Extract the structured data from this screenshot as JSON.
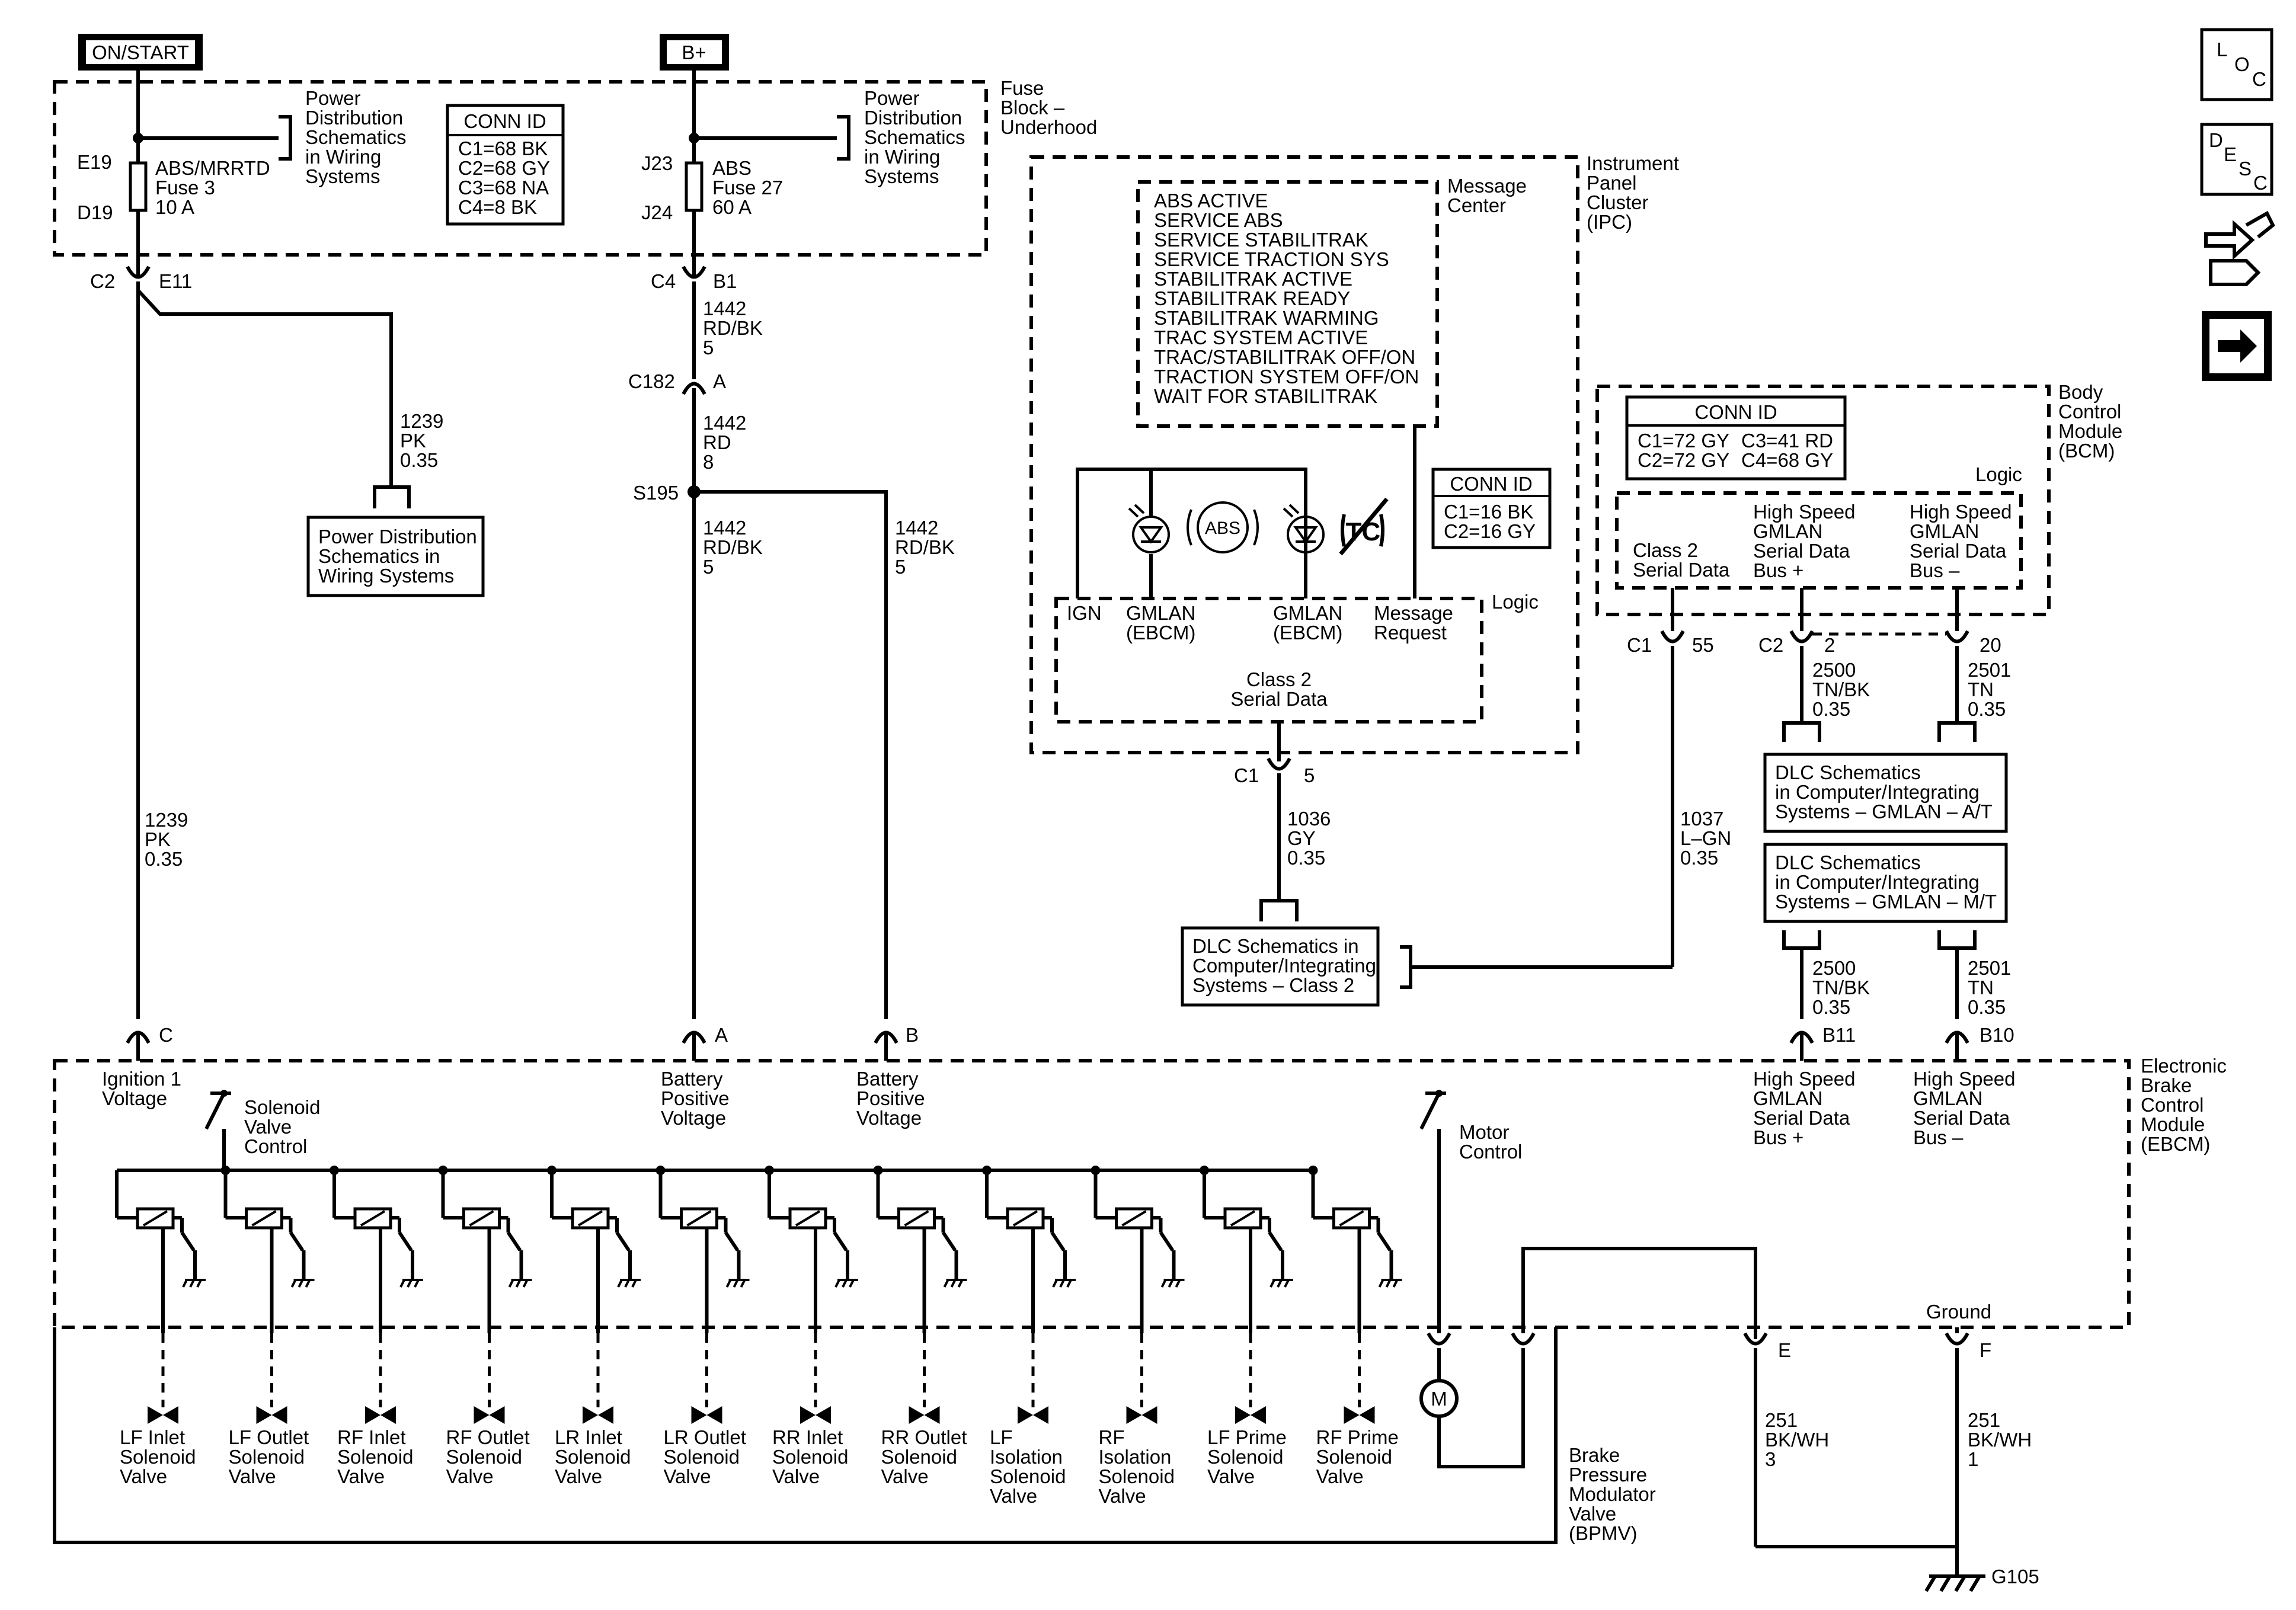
{
  "power_sources": {
    "on_start": "ON/START",
    "b_plus": "B+"
  },
  "fuse_block": {
    "name": [
      "Fuse",
      "Block –",
      "Underhood"
    ],
    "power_dist_note": [
      "Power",
      "Distribution",
      "Schematics",
      "in Wiring",
      "Systems"
    ],
    "conn_id": {
      "title": "CONN ID",
      "rows": [
        "C1=68 BK",
        "C2=68 GY",
        "C3=68 NA",
        "C4=8 BK"
      ]
    },
    "fuse1": {
      "top_pin": "E19",
      "bottom_pin": "D19",
      "lines": [
        "ABS/MRRTD",
        "Fuse 3",
        "10 A"
      ]
    },
    "fuse2": {
      "top_pin": "J23",
      "bottom_pin": "J24",
      "lines": [
        "ABS",
        "Fuse 27",
        "60 A"
      ]
    }
  },
  "connectors": {
    "c2": "C2",
    "e11": "E11",
    "c4": "C4",
    "b1": "B1",
    "c182": "C182",
    "a": "A",
    "s195": "S195",
    "c1_ipc": "C1",
    "ipc_pin5": "5",
    "c1_bcm": "C1",
    "bcm_pin55": "55",
    "c2_bcm": "C2",
    "bcm_pin2": "2",
    "bcm_pin20": "20",
    "ebcm_c": "C",
    "ebcm_a": "A",
    "ebcm_b": "B",
    "ebcm_b11": "B11",
    "ebcm_b10": "B10",
    "ebcm_e": "E",
    "ebcm_f": "F",
    "g105": "G105"
  },
  "wires": {
    "w1239_branch": [
      "1239",
      "PK",
      "0.35"
    ],
    "w1239_main": [
      "1239",
      "PK",
      "0.35"
    ],
    "w1442_a": [
      "1442",
      "RD/BK",
      "5"
    ],
    "w1442_b": [
      "1442",
      "RD",
      "8"
    ],
    "w1442_c": [
      "1442",
      "RD/BK",
      "5"
    ],
    "w1442_d": [
      "1442",
      "RD/BK",
      "5"
    ],
    "w1036": [
      "1036",
      "GY",
      "0.35"
    ],
    "w1037": [
      "1037",
      "L–GN",
      "0.35"
    ],
    "w2500_top": [
      "2500",
      "TN/BK",
      "0.35"
    ],
    "w2501_top": [
      "2501",
      "TN",
      "0.35"
    ],
    "w2500_bot": [
      "2500",
      "TN/BK",
      "0.35"
    ],
    "w2501_bot": [
      "2501",
      "TN",
      "0.35"
    ],
    "w251_e": [
      "251",
      "BK/WH",
      "3"
    ],
    "w251_f": [
      "251",
      "BK/WH",
      "1"
    ]
  },
  "power_dist_box": [
    "Power Distribution",
    "Schematics in",
    "Wiring Systems"
  ],
  "ipc": {
    "name": [
      "Instrument",
      "Panel",
      "Cluster",
      "(IPC)"
    ],
    "message_center_label": [
      "Message",
      "Center"
    ],
    "messages": [
      "ABS ACTIVE",
      "SERVICE ABS",
      "SERVICE STABILITRAK",
      "SERVICE TRACTION SYS",
      "STABILITRAK ACTIVE",
      "STABILITRAK READY",
      "STABILITRAK WARMING",
      "TRAC SYSTEM ACTIVE",
      "TRAC/STABILITRAK OFF/ON",
      "TRACTION SYSTEM OFF/ON",
      "WAIT FOR STABILITRAK"
    ],
    "abs_lamp": "ABS",
    "tc_lamp": "TC",
    "conn_id": {
      "title": "CONN ID",
      "rows": [
        "C1=16 BK",
        "C2=16 GY"
      ]
    },
    "logic": "Logic",
    "ign": "IGN",
    "gmlan1": [
      "GMLAN",
      "(EBCM)"
    ],
    "gmlan2": [
      "GMLAN",
      "(EBCM)"
    ],
    "msg_request": [
      "Message",
      "Request"
    ],
    "class2": [
      "Class 2",
      "Serial Data"
    ]
  },
  "dlc_class2": [
    "DLC Schematics in",
    "Computer/Integrating",
    "Systems – Class 2"
  ],
  "bcm": {
    "name": [
      "Body",
      "Control",
      "Module",
      "(BCM)"
    ],
    "conn_id": {
      "title": "CONN ID",
      "rows": [
        "C1=72 GY",
        "C3=41 RD",
        "C2=72 GY",
        "C4=68 GY"
      ]
    },
    "logic": "Logic",
    "class2": [
      "Class 2",
      "Serial Data"
    ],
    "hs_plus": [
      "High Speed",
      "GMLAN",
      "Serial Data",
      "Bus +"
    ],
    "hs_minus": [
      "High Speed",
      "GMLAN",
      "Serial Data",
      "Bus –"
    ]
  },
  "dlc_at": [
    "DLC Schematics",
    "in Computer/Integrating",
    "Systems – GMLAN – A/T"
  ],
  "dlc_mt": [
    "DLC Schematics",
    "in Computer/Integrating",
    "Systems – GMLAN – M/T"
  ],
  "ebcm": {
    "name": [
      "Electronic",
      "Brake",
      "Control",
      "Module",
      "(EBCM)"
    ],
    "ign_voltage": [
      "Ignition 1",
      "Voltage"
    ],
    "batt1": [
      "Battery",
      "Positive",
      "Voltage"
    ],
    "batt2": [
      "Battery",
      "Positive",
      "Voltage"
    ],
    "solenoid_ctrl": [
      "Solenoid",
      "Valve",
      "Control"
    ],
    "motor_ctrl": [
      "Motor",
      "Control"
    ],
    "hs_plus": [
      "High Speed",
      "GMLAN",
      "Serial Data",
      "Bus +"
    ],
    "hs_minus": [
      "High Speed",
      "GMLAN",
      "Serial Data",
      "Bus –"
    ],
    "ground": "Ground"
  },
  "bpmv": {
    "name": [
      "Brake",
      "Pressure",
      "Modulator",
      "Valve",
      "(BPMV)"
    ],
    "motor": "M",
    "valves": [
      [
        "LF Inlet",
        "Solenoid",
        "Valve"
      ],
      [
        "LF Outlet",
        "Solenoid",
        "Valve"
      ],
      [
        "RF Inlet",
        "Solenoid",
        "Valve"
      ],
      [
        "RF Outlet",
        "Solenoid",
        "Valve"
      ],
      [
        "LR Inlet",
        "Solenoid",
        "Valve"
      ],
      [
        "LR Outlet",
        "Solenoid",
        "Valve"
      ],
      [
        "RR Inlet",
        "Solenoid",
        "Valve"
      ],
      [
        "RR Outlet",
        "Solenoid",
        "Valve"
      ],
      [
        "LF",
        "Isolation",
        "Solenoid",
        "Valve"
      ],
      [
        "RF",
        "Isolation",
        "Solenoid",
        "Valve"
      ],
      [
        "LF Prime",
        "Solenoid",
        "Valve"
      ],
      [
        "RF Prime",
        "Solenoid",
        "Valve"
      ]
    ]
  },
  "nav_icons": {
    "loc": [
      "L",
      "O",
      "C"
    ],
    "desc": [
      "D",
      "E",
      "S",
      "C"
    ]
  }
}
